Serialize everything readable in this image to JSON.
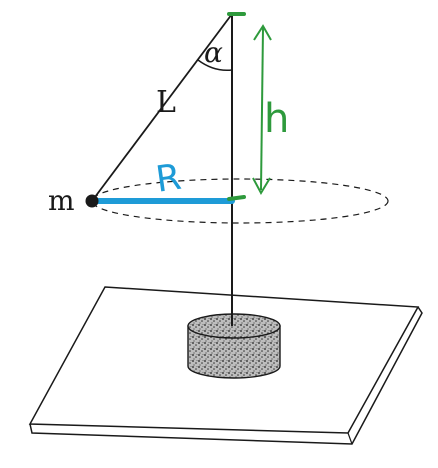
{
  "labels": {
    "length": "L",
    "angle": "α",
    "mass": "m",
    "radius": "R",
    "height": "h"
  },
  "colors": {
    "ink": "#1a1a1a",
    "radius_annotation": "#1e9bd7",
    "height_annotation": "#2e9a3c"
  }
}
